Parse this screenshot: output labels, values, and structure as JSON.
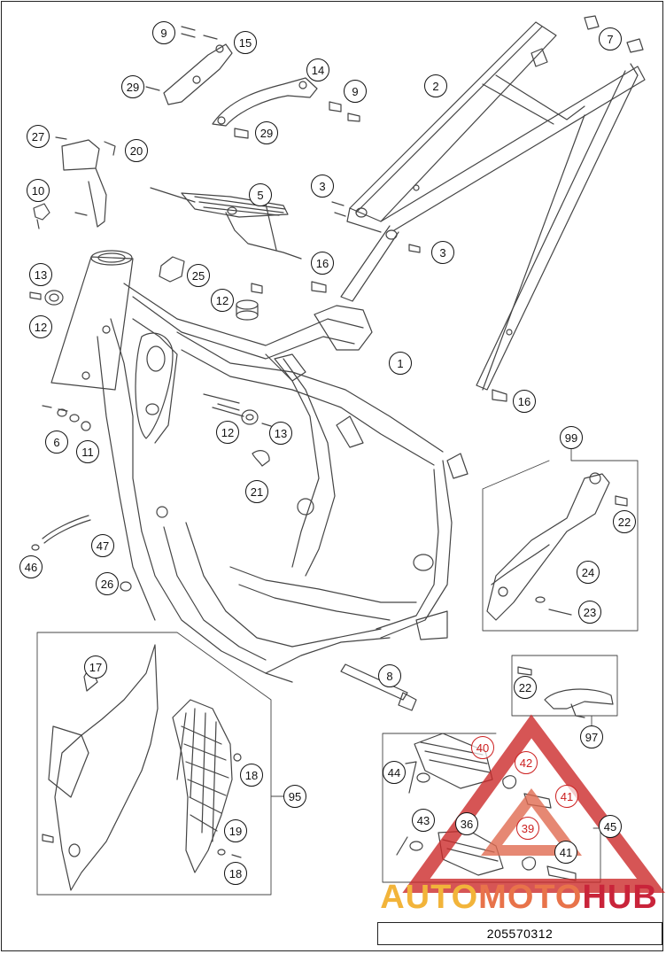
{
  "drawing_number": "205570312",
  "watermark": {
    "part1": "AUTO",
    "part2": "MOTO",
    "part3": "HUB",
    "color1": "#f2b43a",
    "color2": "#e8734a",
    "color3": "#c9243a"
  },
  "colors": {
    "line": "#444444",
    "callout_red": "#cc1f1f"
  },
  "callouts": {
    "c9a": "9",
    "c15": "15",
    "c29a": "29",
    "c7": "7",
    "c2": "2",
    "c14": "14",
    "c9b": "9",
    "c29b": "29",
    "c27": "27",
    "c20": "20",
    "c10": "10",
    "c5": "5",
    "c3a": "3",
    "c3b": "3",
    "c16a": "16",
    "c13a": "13",
    "c25": "25",
    "c12a": "12",
    "c12b": "12",
    "c1": "1",
    "c16b": "16",
    "c6": "6",
    "c11": "11",
    "c12c": "12",
    "c13b": "13",
    "c99": "99",
    "c21": "21",
    "c22a": "22",
    "c47": "47",
    "c46": "46",
    "c24": "24",
    "c26": "26",
    "c23": "23",
    "c17": "17",
    "c8": "8",
    "c22b": "22",
    "c97": "97",
    "c95": "95",
    "c18a": "18",
    "c40": "40",
    "c44": "44",
    "c42": "42",
    "c41a": "41",
    "c45": "45",
    "c43": "43",
    "c36": "36",
    "c39": "39",
    "c41b": "41",
    "c19": "19",
    "c18b": "18"
  }
}
